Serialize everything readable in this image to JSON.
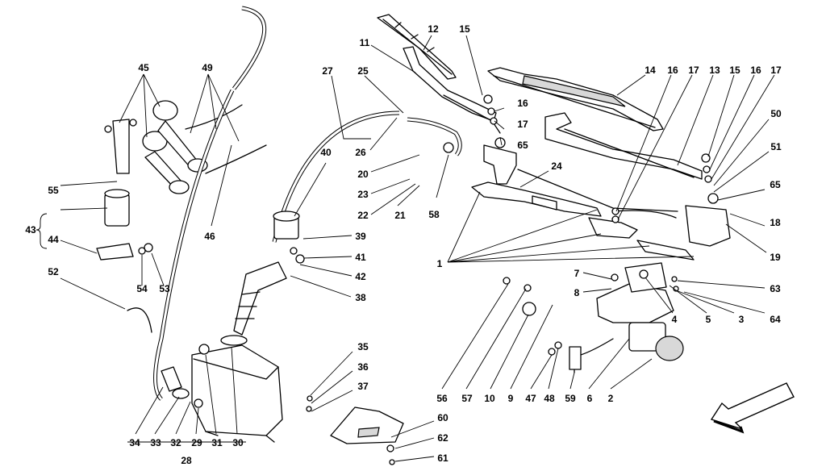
{
  "diagram": {
    "labels": [
      "12",
      "15",
      "11",
      "14",
      "16",
      "17",
      "13",
      "15",
      "16",
      "17",
      "45",
      "49",
      "27",
      "25",
      "16",
      "17",
      "65",
      "40",
      "26",
      "20",
      "58",
      "50",
      "51",
      "65",
      "23",
      "22",
      "21",
      "24",
      "18",
      "43",
      "44",
      "55",
      "46",
      "39",
      "41",
      "42",
      "19",
      "1",
      "7",
      "8",
      "63",
      "4",
      "5",
      "3",
      "64",
      "52",
      "54",
      "53",
      "38",
      "35",
      "36",
      "37",
      "56",
      "57",
      "10",
      "9",
      "47",
      "48",
      "59",
      "6",
      "2",
      "60",
      "62",
      "61",
      "34",
      "33",
      "32",
      "29",
      "31",
      "30",
      "28"
    ]
  }
}
